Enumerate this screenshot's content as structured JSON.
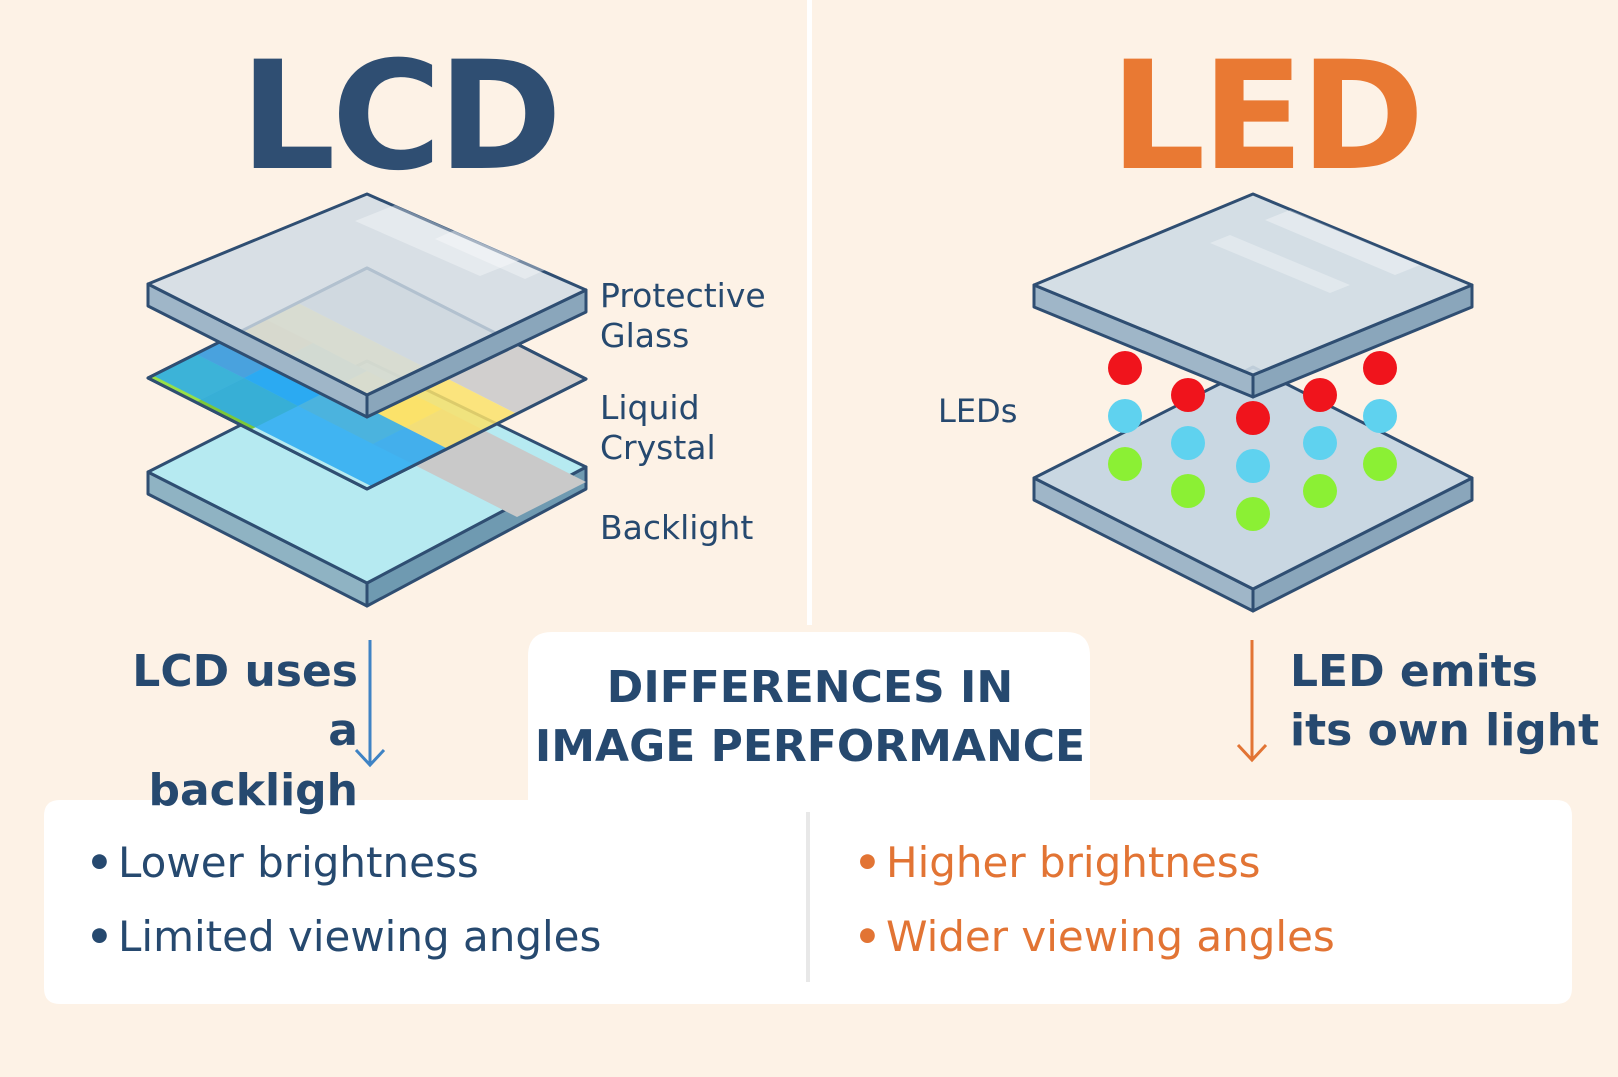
{
  "lcd": {
    "title": "LCD",
    "layers": {
      "protective_glass": "Protective\nGlass",
      "liquid_crystal": "Liquid\nCrystal",
      "backlight": "Backlight"
    },
    "caption": "LCD uses\na backligh",
    "bullets": [
      "Lower brightness",
      "Limited viewing angles"
    ]
  },
  "led": {
    "title": "LED",
    "leds_label": "LEDs",
    "caption": "LED emits\nits own light",
    "bullets": [
      "Higher brightness",
      "Wider viewing angles"
    ]
  },
  "banner": "DIFFERENCES IN\nIMAGE PERFORMANCE",
  "colors": {
    "background": "#fdf2e6",
    "lcd_navy": "#2f4e72",
    "led_orange": "#e97933",
    "glass": "#cfdbe4",
    "backlight": "#b6eaf1",
    "crystal_stripes": [
      "#97e048",
      "#f0716a",
      "#2baaf2",
      "#fae26a",
      "#c9c9c9"
    ],
    "led_red": "#f0141c",
    "led_cyan": "#5fd2ef",
    "led_green": "#8bf034"
  },
  "icons": [
    "arrow-down-icon",
    "led-dot-icon"
  ]
}
